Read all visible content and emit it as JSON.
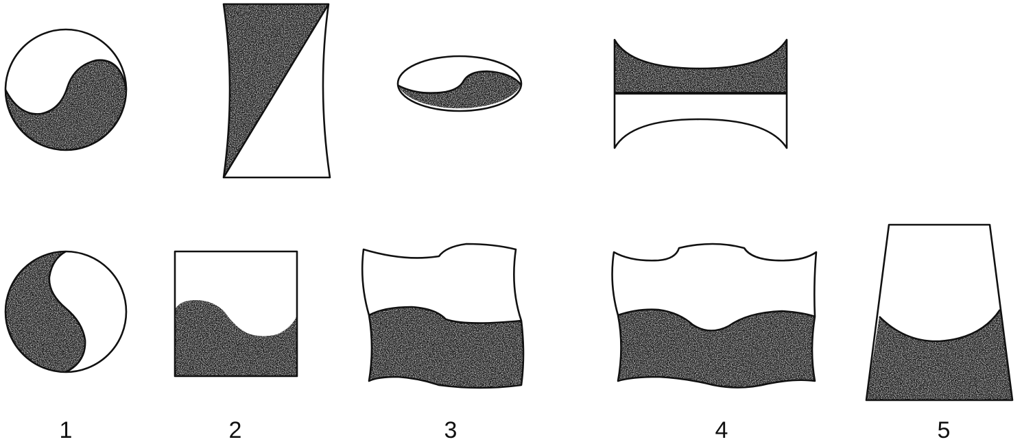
{
  "colors": {
    "ink": "#111111",
    "shade": "#1e1e1e",
    "paper": "#ffffff"
  },
  "labels": [
    "1",
    "2",
    "3",
    "4",
    "5"
  ]
}
